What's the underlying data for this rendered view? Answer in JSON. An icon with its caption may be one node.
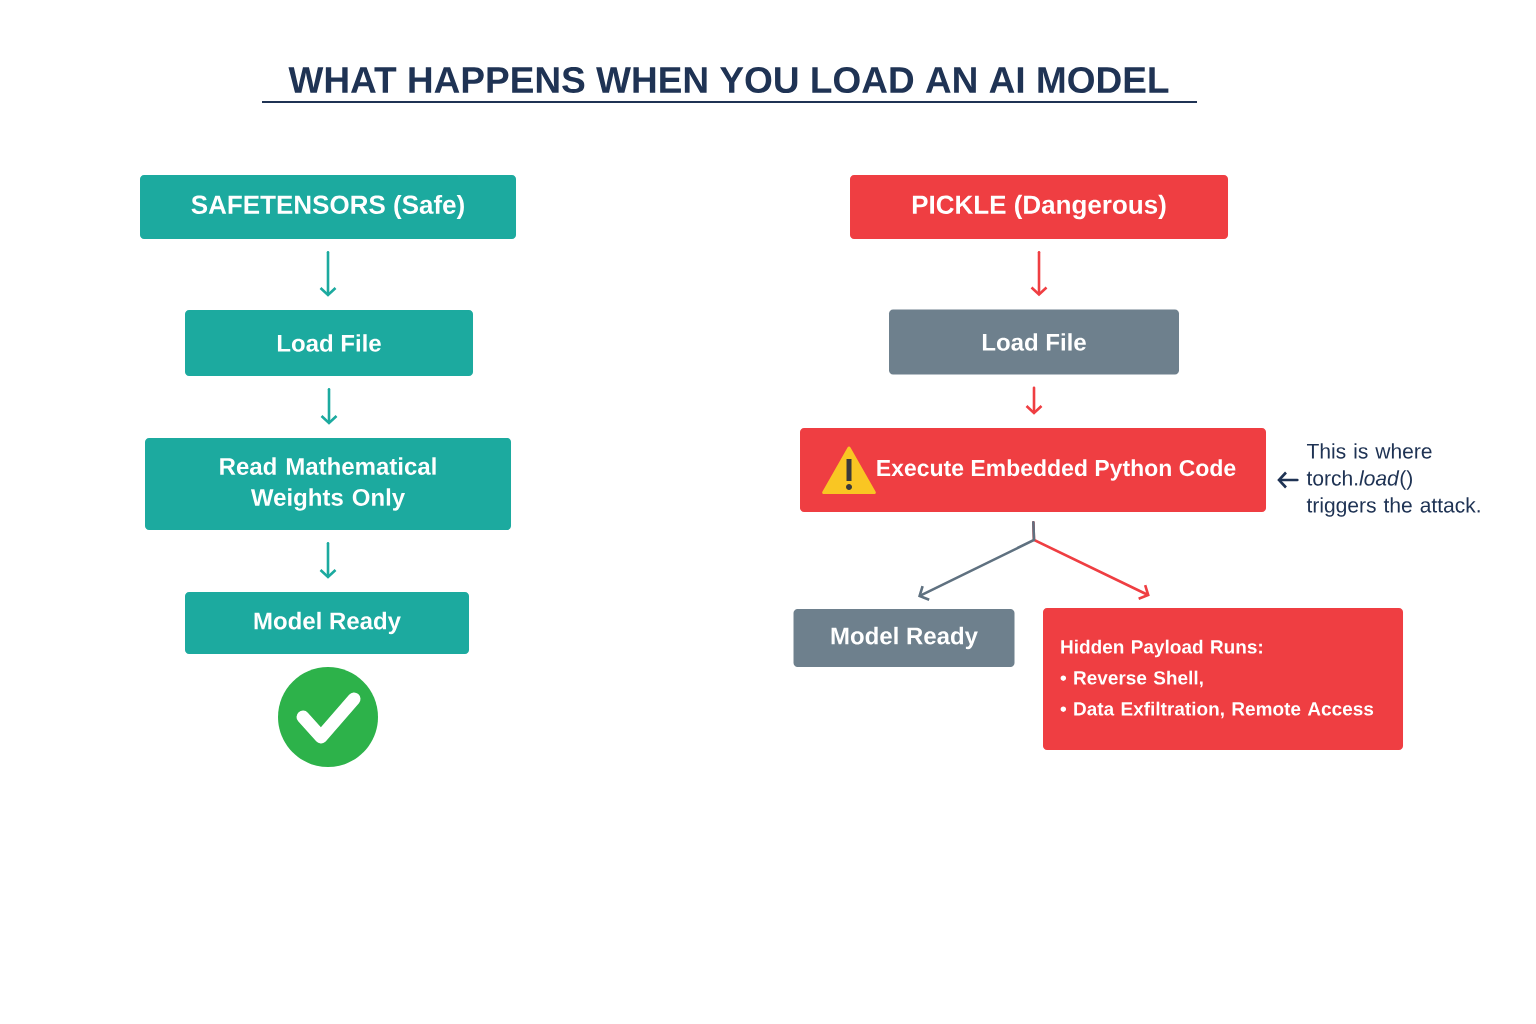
{
  "diagram": {
    "title": "WHAT HAPPENS WHEN YOU LOAD AN AI MODEL",
    "nodes": [
      {
        "text": [
          "SAFETENSORS (Safe)"
        ]
      },
      {
        "text": [
          "Load File"
        ]
      },
      {
        "text": [
          "Read Mathematical Weights Only"
        ]
      },
      {
        "text": [
          "Model Ready"
        ]
      },
      {
        "text": [
          "PICKLE (Dangerous)"
        ]
      },
      {
        "text": [
          "Load File"
        ]
      },
      {
        "text": [
          "Execute Embedded Python Code"
        ]
      },
      {
        "text": [
          "Model Ready"
        ]
      },
      {
        "text": [
          "Hidden Payload Runs:",
          "• Reverse Shell,",
          "• Data Exfiltration, Remote Access"
        ]
      },
      {
        "text": [
          "This is where torch.*load*() triggers the attack."
        ]
      }
    ],
    "edges": [
      {
        "from": 0,
        "to": 1,
        "arrow": "to",
        "color": "#1caa9f"
      },
      {
        "from": 1,
        "to": 2,
        "arrow": "to",
        "color": "#1caa9f"
      },
      {
        "from": 2,
        "to": 3,
        "arrow": "to",
        "color": "#1caa9f"
      },
      {
        "from": 4,
        "to": 5,
        "arrow": "to",
        "color": "#ef3e42"
      },
      {
        "from": 5,
        "to": 6,
        "arrow": "to",
        "color": "#ef3e42"
      },
      {
        "from": 6,
        "to": 7,
        "arrow": "to",
        "color": "#5f7180"
      },
      {
        "from": 6,
        "to": 8,
        "arrow": "to",
        "color": "#ef3e42"
      },
      {
        "from": 9,
        "to": 6,
        "arrow": "to",
        "color": "#1f3354"
      }
    ]
  }
}
